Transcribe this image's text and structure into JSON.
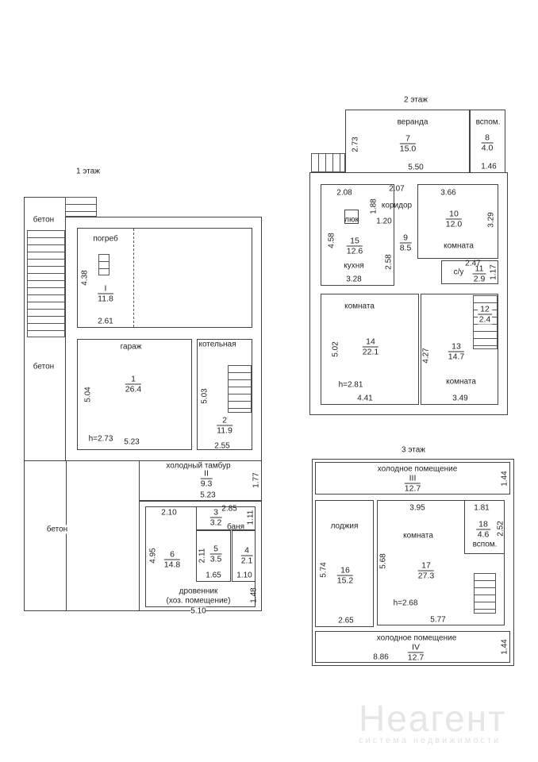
{
  "floor1": {
    "title": "1 этаж",
    "beton_top": "бетон",
    "beton_mid": "бетон",
    "beton_bottom": "бетон",
    "cellar": {
      "name": "погреб",
      "num": "I",
      "area": "11.8",
      "h": "4.38",
      "w": "2.61"
    },
    "garage": {
      "name": "гараж",
      "num": "1",
      "area": "26.4",
      "h": "5.04",
      "w": "5.23",
      "height": "h=2.73"
    },
    "boiler": {
      "name": "котельная",
      "num": "2",
      "area": "11.9",
      "h": "5.03",
      "w": "2.55"
    },
    "vestibule": {
      "name": "холодный тамбур",
      "num": "II",
      "area": "9.3",
      "h": "1.77",
      "w": "5.23"
    },
    "woodshed": {
      "name": "дровенник",
      "name2": "(хоз. помещение)",
      "num": "6",
      "area": "14.8",
      "h": "4.95",
      "w_top": "2.10",
      "w": "5.10",
      "h2": "1.48"
    },
    "bath": {
      "name": "баня",
      "r3": {
        "num": "3",
        "area": "3.2",
        "w": "2.85",
        "h": "1.11"
      },
      "r5": {
        "num": "5",
        "area": "3.5",
        "h": "2.11",
        "w": "1.65"
      },
      "r4": {
        "num": "4",
        "area": "2.1",
        "w": "1.10"
      }
    }
  },
  "floor2": {
    "title": "2 этаж",
    "veranda": {
      "name": "веранда",
      "num": "7",
      "area": "15.0",
      "h": "2.73",
      "w": "5.50"
    },
    "aux": {
      "name": "вспом.",
      "num": "8",
      "area": "4.0",
      "w": "1.46"
    },
    "kitchen": {
      "name": "кухня",
      "num": "15",
      "area": "12.6",
      "hatch": "люк",
      "w_top": "2.08",
      "h": "4.58",
      "h2": "2.58",
      "w": "3.28"
    },
    "corridor": {
      "name": "коридор",
      "num": "9",
      "area": "8.5",
      "w_top": "2.07",
      "h": "1.88",
      "w": "1.20"
    },
    "room10": {
      "name": "комната",
      "num": "10",
      "area": "12.0",
      "w": "3.66",
      "h": "3.29"
    },
    "wc": {
      "name": "с/у",
      "num": "11",
      "area": "2.9",
      "w": "2.47",
      "h": "1.17"
    },
    "stairs": {
      "num": "12",
      "area": "2.4"
    },
    "room14": {
      "name": "комната",
      "num": "14",
      "area": "22.1",
      "h": "5.02",
      "w": "4.41",
      "height": "h=2.81"
    },
    "room13": {
      "name": "комната",
      "num": "13",
      "area": "14.7",
      "h": "4.27",
      "w": "3.49"
    }
  },
  "floor3": {
    "title": "3 этаж",
    "cold3": {
      "name": "холодное помещение",
      "num": "III",
      "area": "12.7",
      "h": "1.44"
    },
    "loggia": {
      "name": "лоджия",
      "num": "16",
      "area": "15.2",
      "h": "5.74",
      "w": "2.65"
    },
    "room17": {
      "name": "комната",
      "num": "17",
      "area": "27.3",
      "w_top": "3.95",
      "h": "5.68",
      "w": "5.77",
      "height": "h=2.68"
    },
    "aux18": {
      "name": "вспом.",
      "num": "18",
      "area": "4.6",
      "w": "1.81",
      "h": "2.52"
    },
    "cold4": {
      "name": "холодное помещение",
      "num": "IV",
      "area": "12.7",
      "h": "1.44",
      "w": "8.86"
    }
  },
  "watermark": {
    "brand": "Неагент",
    "tagline": "система недвижимости"
  }
}
